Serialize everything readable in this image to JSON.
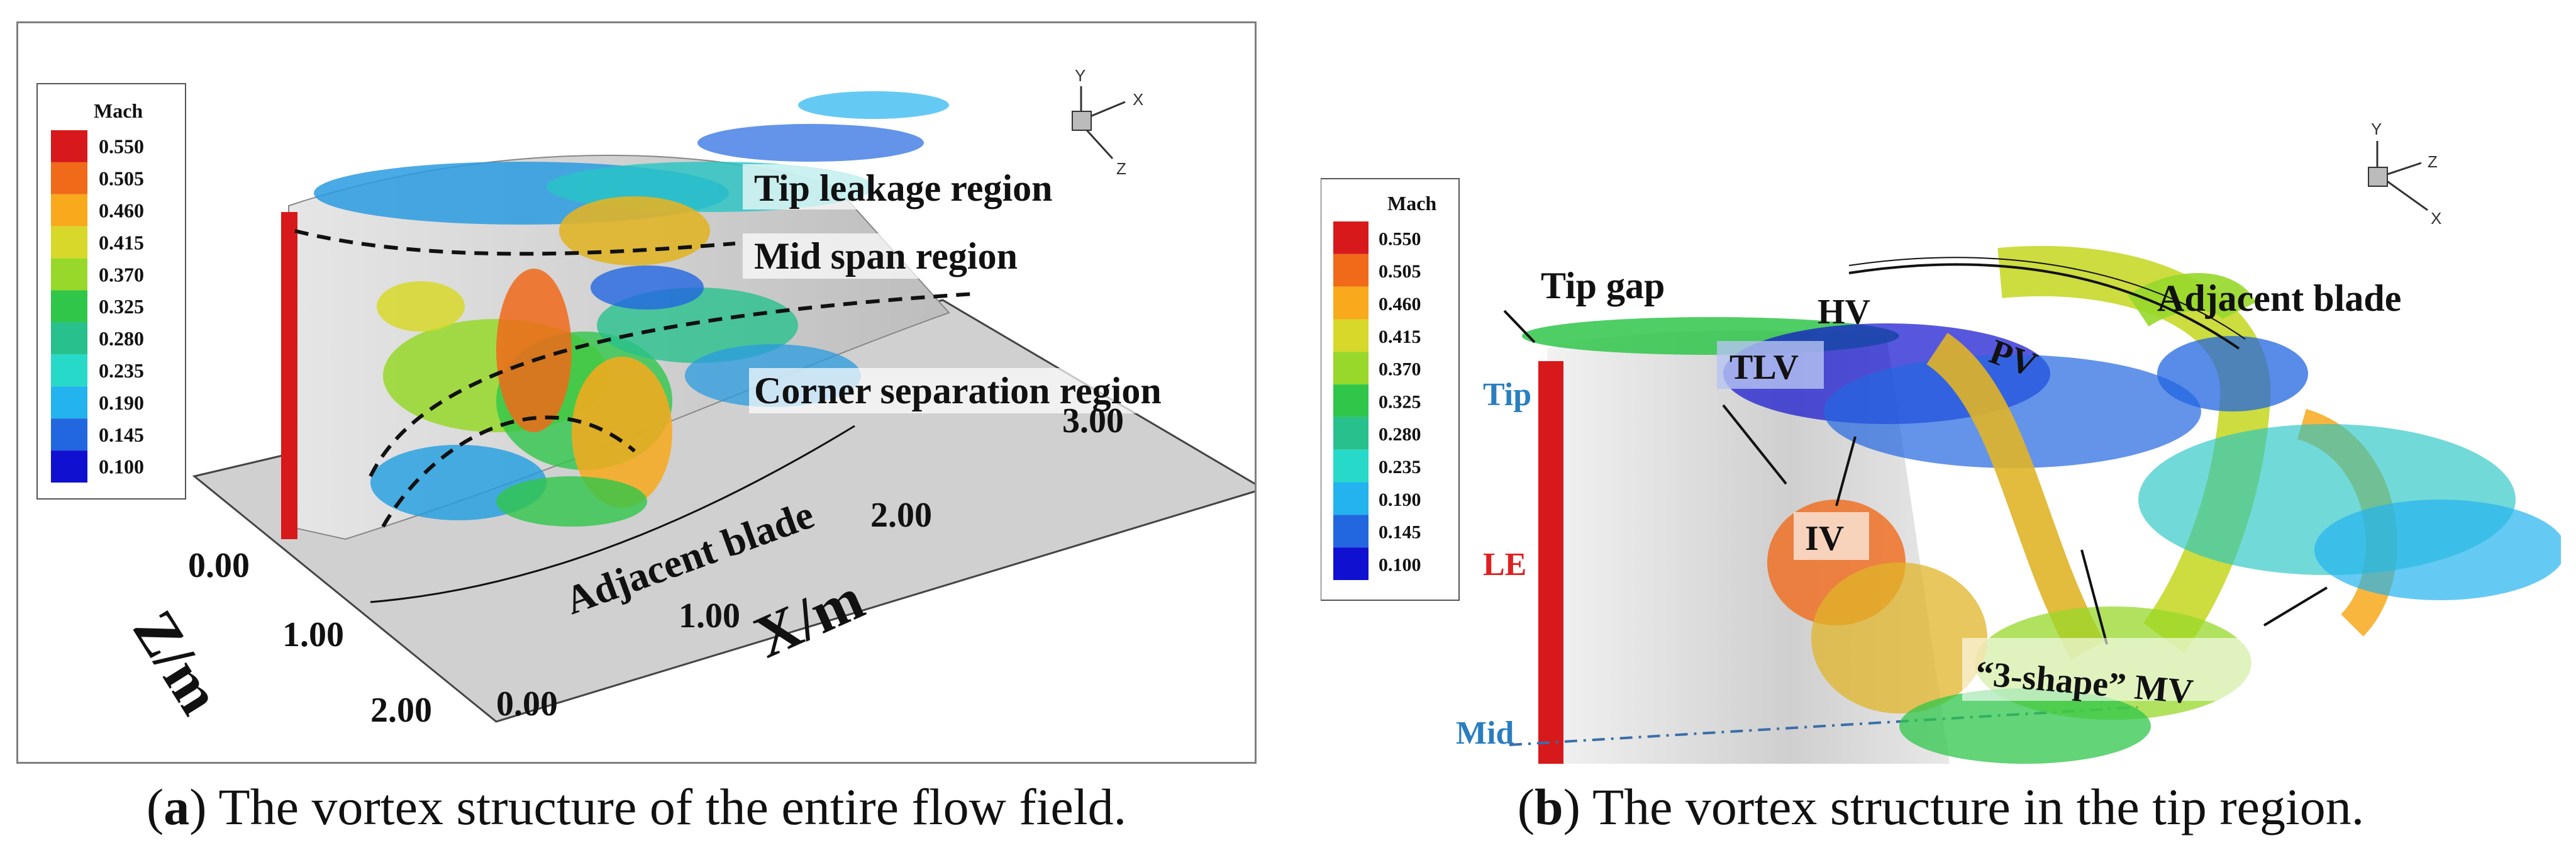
{
  "panel_a": {
    "colorbar": {
      "title": "Mach",
      "levels": [
        "0.550",
        "0.505",
        "0.460",
        "0.415",
        "0.370",
        "0.325",
        "0.280",
        "0.235",
        "0.190",
        "0.145",
        "0.100"
      ],
      "colors": [
        "#d7191c",
        "#f06a1a",
        "#f8a91c",
        "#d7d82a",
        "#97d82a",
        "#2fc64a",
        "#28c08c",
        "#27d9c8",
        "#23b3ee",
        "#2266e0",
        "#1010d0"
      ]
    },
    "axis_triad": {
      "y": "Y",
      "x": "X",
      "z": "Z"
    },
    "labels": {
      "tip_leakage": "Tip leakage region",
      "mid_span": "Mid span region",
      "corner_separation": "Corner separation region",
      "adjacent_blade": "Adjacent blade"
    },
    "x_axis": {
      "title": "X/m",
      "ticks": [
        "0.00",
        "1.00",
        "2.00",
        "3.00"
      ]
    },
    "z_axis": {
      "title": "Z/m",
      "ticks": [
        "0.00",
        "1.00",
        "2.00"
      ]
    },
    "caption_letter": "a",
    "caption_text": " The vortex structure of the entire flow field."
  },
  "panel_b": {
    "colorbar": {
      "title": "Mach",
      "levels": [
        "0.550",
        "0.505",
        "0.460",
        "0.415",
        "0.370",
        "0.325",
        "0.280",
        "0.235",
        "0.190",
        "0.145",
        "0.100"
      ]
    },
    "axis_triad": {
      "y": "Y",
      "z": "Z",
      "x": "X"
    },
    "labels": {
      "tip_gap": "Tip gap",
      "adjacent_blade": "Adjacent blade",
      "hv": "HV",
      "pv": "PV",
      "tlv": "TLV",
      "iv": "IV",
      "three_shape_mv": "“3-shape” MV",
      "tip": "Tip",
      "le": "LE",
      "mid": "Mid"
    },
    "caption_letter": "b",
    "caption_text": " The vortex structure in the tip region."
  }
}
